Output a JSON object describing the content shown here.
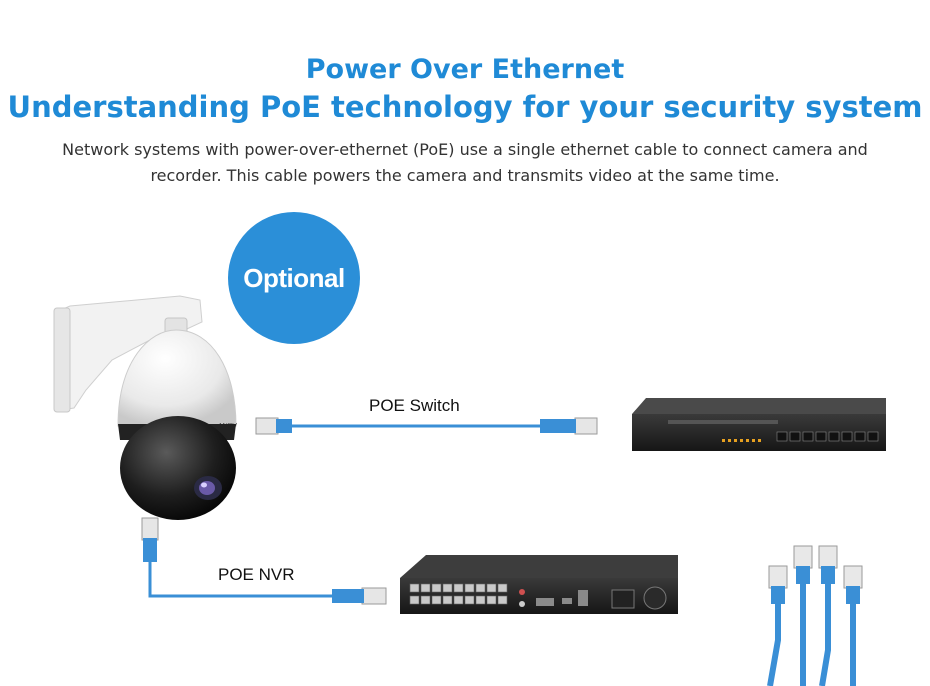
{
  "header": {
    "title": "Power Over Ethernet",
    "subtitle": "Understanding PoE technology for your security system",
    "description": "Network systems with power-over-ethernet (PoE) use a single ethernet cable to connect camera and recorder. This cable powers the camera and transmits video at the same time."
  },
  "badge": {
    "label": "Optional"
  },
  "labels": {
    "switch": "POE Switch",
    "nvr": "POE NVR"
  },
  "colors": {
    "accent": "#1f8ad6",
    "badge": "#2b8fd8",
    "cable": "#3a8fd6"
  }
}
